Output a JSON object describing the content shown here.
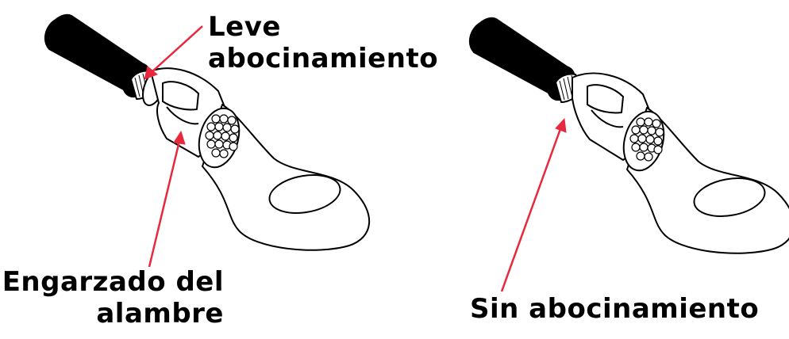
{
  "labels": {
    "flare_line1": "Leve",
    "flare_line2": "abocinamiento",
    "crimp_line1": "Engarzado del",
    "crimp_line2": "alambre",
    "no_flare": "Sin abocinamiento"
  },
  "colors": {
    "arrow": "#e8283c",
    "outline": "#000000",
    "fill": "#ffffff",
    "insulation": "#000000"
  }
}
